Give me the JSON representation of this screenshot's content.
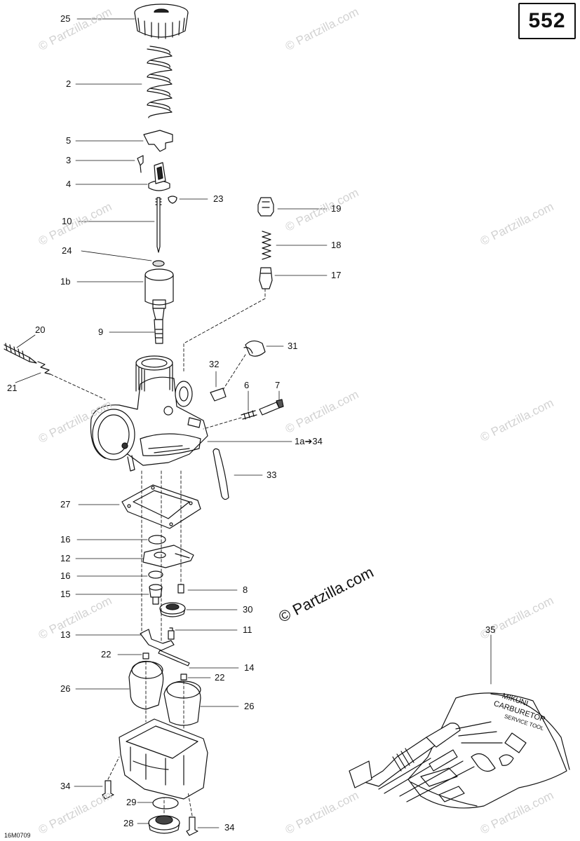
{
  "page_number": "552",
  "drawing_code": "16M0709",
  "copyright": "© Partzilla.com",
  "watermark": "© Partzilla.com",
  "kit_label": [
    "MIKUNI",
    "CARBURETOR",
    "SERVICE TOOL"
  ],
  "callouts": [
    {
      "id": "25",
      "label": "25"
    },
    {
      "id": "2",
      "label": "2"
    },
    {
      "id": "5",
      "label": "5"
    },
    {
      "id": "3",
      "label": "3"
    },
    {
      "id": "4",
      "label": "4"
    },
    {
      "id": "23",
      "label": "23"
    },
    {
      "id": "10",
      "label": "10"
    },
    {
      "id": "19",
      "label": "19"
    },
    {
      "id": "18",
      "label": "18"
    },
    {
      "id": "24",
      "label": "24"
    },
    {
      "id": "1b",
      "label": "1b"
    },
    {
      "id": "17",
      "label": "17"
    },
    {
      "id": "9",
      "label": "9"
    },
    {
      "id": "20",
      "label": "20"
    },
    {
      "id": "31",
      "label": "31"
    },
    {
      "id": "32",
      "label": "32"
    },
    {
      "id": "21",
      "label": "21"
    },
    {
      "id": "6",
      "label": "6"
    },
    {
      "id": "7",
      "label": "7"
    },
    {
      "id": "1a34",
      "label": "1a➔34"
    },
    {
      "id": "33",
      "label": "33"
    },
    {
      "id": "27",
      "label": "27"
    },
    {
      "id": "16a",
      "label": "16"
    },
    {
      "id": "12",
      "label": "12"
    },
    {
      "id": "16b",
      "label": "16"
    },
    {
      "id": "8",
      "label": "8"
    },
    {
      "id": "15",
      "label": "15"
    },
    {
      "id": "30",
      "label": "30"
    },
    {
      "id": "11",
      "label": "11"
    },
    {
      "id": "13",
      "label": "13"
    },
    {
      "id": "35",
      "label": "35"
    },
    {
      "id": "22a",
      "label": "22"
    },
    {
      "id": "14",
      "label": "14"
    },
    {
      "id": "22b",
      "label": "22"
    },
    {
      "id": "26a",
      "label": "26"
    },
    {
      "id": "26b",
      "label": "26"
    },
    {
      "id": "34a",
      "label": "34"
    },
    {
      "id": "29",
      "label": "29"
    },
    {
      "id": "28",
      "label": "28"
    },
    {
      "id": "34b",
      "label": "34"
    }
  ]
}
